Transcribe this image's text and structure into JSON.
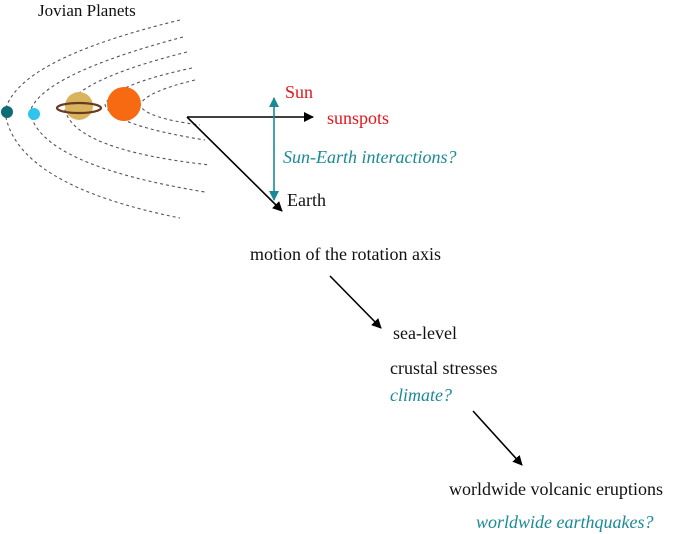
{
  "title": "Jovian Planets",
  "labels": {
    "sun": "Sun",
    "sunspots": "sunspots",
    "interaction": "Sun-Earth interactions?",
    "earth": "Earth",
    "rotation_axis": "motion of the rotation axis",
    "sea_level": "sea-level",
    "crustal_stresses": "crustal stresses",
    "climate": "climate?",
    "volcanic": "worldwide volcanic eruptions",
    "earthquakes": "worldwide earthquakes?"
  },
  "colors": {
    "text": "#111111",
    "sun_label": "#e8131a",
    "teal": "#1a8a96",
    "orbit": "#555555",
    "arrow": "#000000",
    "planet_dark_teal": "#0e6b78",
    "planet_cyan": "#2ec4ec",
    "saturn_body": "#d8b45e",
    "saturn_ring": "#6b3a1e",
    "sun_fill": "#f86a12"
  }
}
